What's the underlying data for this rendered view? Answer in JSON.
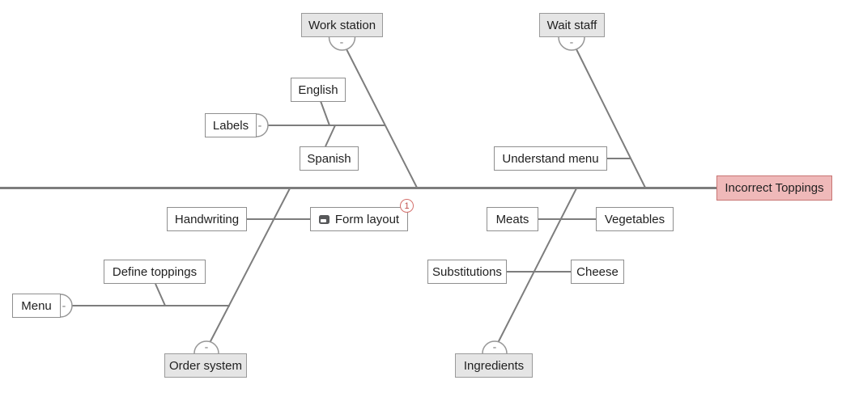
{
  "ui": {
    "collapse_symbol": "-",
    "badge_count": "1"
  },
  "nodes": {
    "work_station": {
      "label": "Work station",
      "type": "category",
      "side": "top"
    },
    "wait_staff": {
      "label": "Wait staff",
      "type": "category",
      "side": "top"
    },
    "order_system": {
      "label": "Order system",
      "type": "category",
      "side": "bottom"
    },
    "ingredients": {
      "label": "Ingredients",
      "type": "category",
      "side": "bottom"
    },
    "english": {
      "label": "English",
      "type": "cause"
    },
    "labels": {
      "label": "Labels",
      "type": "cause"
    },
    "spanish": {
      "label": "Spanish",
      "type": "cause"
    },
    "understand_menu": {
      "label": "Understand menu",
      "type": "cause"
    },
    "handwriting": {
      "label": "Handwriting",
      "type": "cause"
    },
    "form_layout": {
      "label": "Form layout",
      "type": "cause",
      "icon": "comment-icon",
      "badge": "1"
    },
    "meats": {
      "label": "Meats",
      "type": "cause"
    },
    "vegetables": {
      "label": "Vegetables",
      "type": "cause"
    },
    "substitutions": {
      "label": "Substitutions",
      "type": "cause"
    },
    "cheese": {
      "label": "Cheese",
      "type": "cause"
    },
    "define_toppings": {
      "label": "Define toppings",
      "type": "cause"
    },
    "menu": {
      "label": "Menu",
      "type": "cause"
    },
    "incorrect_toppings": {
      "label": "Incorrect Toppings",
      "type": "effect"
    }
  },
  "structure": {
    "effect": "Incorrect Toppings",
    "top_categories": [
      {
        "name": "Work station",
        "collapsed_control": "-",
        "causes": [
          {
            "name": "Labels",
            "collapsed_control": "-",
            "subcauses": [
              "English",
              "Spanish"
            ]
          }
        ]
      },
      {
        "name": "Wait staff",
        "collapsed_control": "-",
        "causes": [
          {
            "name": "Understand menu"
          }
        ]
      }
    ],
    "bottom_categories": [
      {
        "name": "Order system",
        "collapsed_control": "-",
        "causes": [
          {
            "name": "Handwriting"
          },
          {
            "name": "Form layout",
            "badge": "1",
            "has_comment_icon": true
          },
          {
            "name": "Menu",
            "collapsed_control": "-",
            "subcauses": [
              "Define toppings"
            ]
          }
        ]
      },
      {
        "name": "Ingredients",
        "collapsed_control": "-",
        "causes": [
          {
            "name": "Meats"
          },
          {
            "name": "Vegetables"
          },
          {
            "name": "Substitutions"
          },
          {
            "name": "Cheese"
          }
        ]
      }
    ]
  },
  "colors": {
    "line": "#7d7d7d",
    "node_border": "#8f8f8f",
    "category_fill": "#e5e5e5",
    "effect_fill": "#efb9b9",
    "effect_border": "#c87573",
    "badge_border": "#d4706c",
    "badge_text": "#c0504d"
  }
}
